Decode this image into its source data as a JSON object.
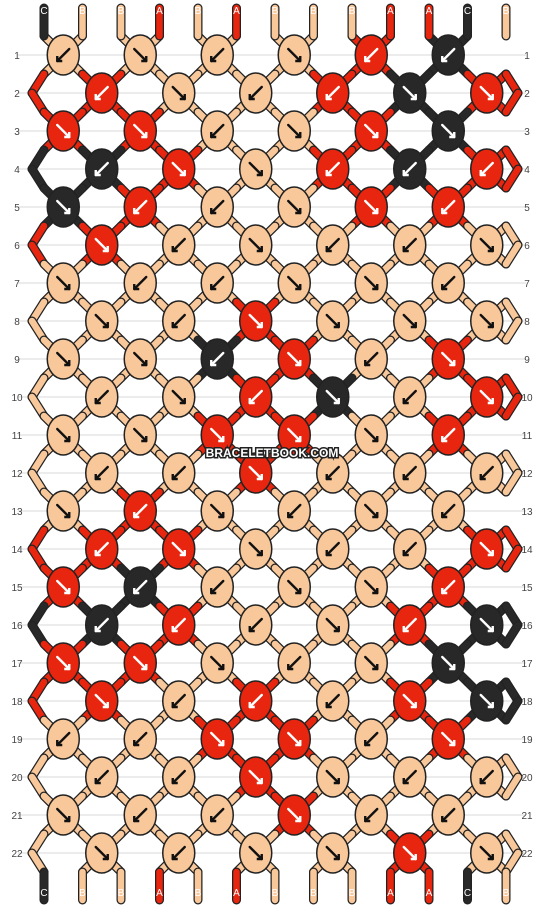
{
  "site_watermark": "BRACELETBOOK.COM",
  "colors": {
    "A": "#e8250f",
    "B": "#f8c79a",
    "C": "#282828",
    "outline": "#222222",
    "gridline": "#d8d8d8",
    "background": "#ffffff"
  },
  "top_strands": [
    "C",
    "B",
    "B",
    "A",
    "B",
    "A",
    "B",
    "B",
    "B",
    "A",
    "A",
    "C",
    "B"
  ],
  "bottom_strands": [
    "C",
    "B",
    "B",
    "A",
    "B",
    "A",
    "B",
    "B",
    "B",
    "A",
    "A",
    "C",
    "B"
  ],
  "row_numbers": [
    "1",
    "2",
    "3",
    "4",
    "5",
    "6",
    "7",
    "8",
    "9",
    "10",
    "11",
    "12",
    "13",
    "14",
    "15",
    "16",
    "17",
    "18",
    "19",
    "20",
    "21",
    "22"
  ],
  "rows": [
    {
      "knots": [
        [
          "B",
          "sw"
        ],
        [
          "B",
          "se"
        ],
        [
          "B",
          "sw"
        ],
        [
          "B",
          "se"
        ],
        [
          "A",
          "sw"
        ],
        [
          "C",
          "sw"
        ]
      ]
    },
    {
      "knots": [
        [
          "A",
          "sw"
        ],
        [
          "B",
          "se"
        ],
        [
          "B",
          "sw"
        ],
        [
          "A",
          "sw"
        ],
        [
          "C",
          "se"
        ],
        [
          "A",
          "se"
        ]
      ]
    },
    {
      "knots": [
        [
          "A",
          "se"
        ],
        [
          "A",
          "se"
        ],
        [
          "B",
          "sw"
        ],
        [
          "B",
          "se"
        ],
        [
          "A",
          "se"
        ],
        [
          "C",
          "se"
        ]
      ]
    },
    {
      "knots": [
        [
          "C",
          "sw"
        ],
        [
          "A",
          "se"
        ],
        [
          "B",
          "se"
        ],
        [
          "A",
          "sw"
        ],
        [
          "C",
          "sw"
        ],
        [
          "A",
          "sw"
        ]
      ]
    },
    {
      "knots": [
        [
          "C",
          "se"
        ],
        [
          "A",
          "sw"
        ],
        [
          "B",
          "sw"
        ],
        [
          "B",
          "se"
        ],
        [
          "A",
          "se"
        ],
        [
          "A",
          "sw"
        ]
      ]
    },
    {
      "knots": [
        [
          "A",
          "se"
        ],
        [
          "B",
          "sw"
        ],
        [
          "B",
          "se"
        ],
        [
          "B",
          "sw"
        ],
        [
          "B",
          "sw"
        ],
        [
          "B",
          "se"
        ]
      ]
    },
    {
      "knots": [
        [
          "B",
          "se"
        ],
        [
          "B",
          "sw"
        ],
        [
          "B",
          "sw"
        ],
        [
          "B",
          "se"
        ],
        [
          "B",
          "se"
        ],
        [
          "B",
          "sw"
        ]
      ]
    },
    {
      "knots": [
        [
          "B",
          "se"
        ],
        [
          "B",
          "sw"
        ],
        [
          "A",
          "se"
        ],
        [
          "B",
          "se"
        ],
        [
          "B",
          "se"
        ],
        [
          "B",
          "se"
        ]
      ]
    },
    {
      "knots": [
        [
          "B",
          "se"
        ],
        [
          "B",
          "se"
        ],
        [
          "C",
          "sw"
        ],
        [
          "A",
          "se"
        ],
        [
          "B",
          "sw"
        ],
        [
          "A",
          "se"
        ]
      ]
    },
    {
      "knots": [
        [
          "B",
          "sw"
        ],
        [
          "B",
          "se"
        ],
        [
          "A",
          "sw"
        ],
        [
          "C",
          "se"
        ],
        [
          "B",
          "sw"
        ],
        [
          "A",
          "se"
        ]
      ]
    },
    {
      "knots": [
        [
          "B",
          "se"
        ],
        [
          "B",
          "se"
        ],
        [
          "A",
          "se"
        ],
        [
          "A",
          "se"
        ],
        [
          "B",
          "se"
        ],
        [
          "A",
          "sw"
        ]
      ]
    },
    {
      "knots": [
        [
          "B",
          "sw"
        ],
        [
          "B",
          "sw"
        ],
        [
          "A",
          "se"
        ],
        [
          "B",
          "sw"
        ],
        [
          "B",
          "sw"
        ],
        [
          "B",
          "sw"
        ]
      ]
    },
    {
      "knots": [
        [
          "B",
          "se"
        ],
        [
          "A",
          "sw"
        ],
        [
          "B",
          "se"
        ],
        [
          "B",
          "sw"
        ],
        [
          "B",
          "se"
        ],
        [
          "B",
          "sw"
        ]
      ]
    },
    {
      "knots": [
        [
          "A",
          "sw"
        ],
        [
          "A",
          "se"
        ],
        [
          "B",
          "se"
        ],
        [
          "B",
          "sw"
        ],
        [
          "B",
          "sw"
        ],
        [
          "A",
          "se"
        ]
      ]
    },
    {
      "knots": [
        [
          "A",
          "se"
        ],
        [
          "C",
          "sw"
        ],
        [
          "B",
          "sw"
        ],
        [
          "B",
          "se"
        ],
        [
          "B",
          "se"
        ],
        [
          "A",
          "sw"
        ]
      ]
    },
    {
      "knots": [
        [
          "C",
          "sw"
        ],
        [
          "A",
          "sw"
        ],
        [
          "B",
          "sw"
        ],
        [
          "B",
          "se"
        ],
        [
          "A",
          "sw"
        ],
        [
          "C",
          "se"
        ]
      ]
    },
    {
      "knots": [
        [
          "A",
          "se"
        ],
        [
          "A",
          "se"
        ],
        [
          "B",
          "se"
        ],
        [
          "B",
          "sw"
        ],
        [
          "B",
          "se"
        ],
        [
          "C",
          "se"
        ]
      ]
    },
    {
      "knots": [
        [
          "A",
          "se"
        ],
        [
          "B",
          "sw"
        ],
        [
          "A",
          "sw"
        ],
        [
          "B",
          "sw"
        ],
        [
          "A",
          "se"
        ],
        [
          "C",
          "se"
        ]
      ]
    },
    {
      "knots": [
        [
          "B",
          "sw"
        ],
        [
          "B",
          "sw"
        ],
        [
          "A",
          "se"
        ],
        [
          "A",
          "se"
        ],
        [
          "B",
          "sw"
        ],
        [
          "A",
          "se"
        ]
      ]
    },
    {
      "knots": [
        [
          "B",
          "sw"
        ],
        [
          "B",
          "sw"
        ],
        [
          "A",
          "se"
        ],
        [
          "B",
          "se"
        ],
        [
          "B",
          "sw"
        ],
        [
          "B",
          "sw"
        ]
      ]
    },
    {
      "knots": [
        [
          "B",
          "se"
        ],
        [
          "B",
          "sw"
        ],
        [
          "B",
          "sw"
        ],
        [
          "A",
          "se"
        ],
        [
          "B",
          "sw"
        ],
        [
          "B",
          "sw"
        ]
      ]
    },
    {
      "knots": [
        [
          "B",
          "se"
        ],
        [
          "B",
          "sw"
        ],
        [
          "B",
          "se"
        ],
        [
          "B",
          "se"
        ],
        [
          "A",
          "se"
        ],
        [
          "B",
          "se"
        ]
      ]
    }
  ]
}
